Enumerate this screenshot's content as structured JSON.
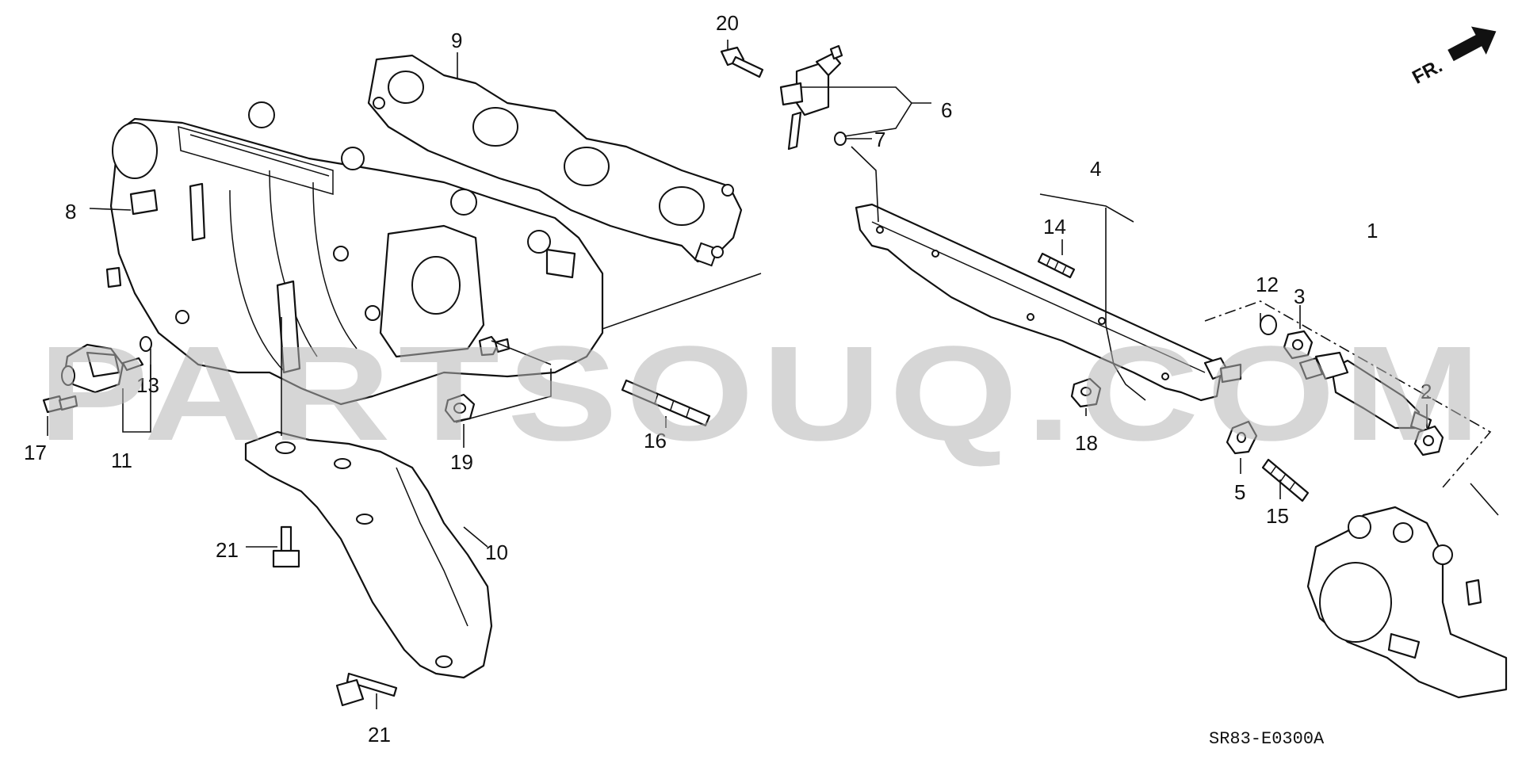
{
  "diagram_code": "SR83-E0300A",
  "direction_label": "FR.",
  "watermark": "PARTSOUQ.COM",
  "callouts": {
    "c1": "1",
    "c2": "2",
    "c3": "3",
    "c4": "4",
    "c5": "5",
    "c6": "6",
    "c7": "7",
    "c8": "8",
    "c9": "9",
    "c10": "10",
    "c11": "11",
    "c12": "12",
    "c13": "13",
    "c14": "14",
    "c15": "15",
    "c16": "16",
    "c17": "17",
    "c18": "18",
    "c19": "19",
    "c20": "20",
    "c21a": "21",
    "c21b": "21"
  }
}
